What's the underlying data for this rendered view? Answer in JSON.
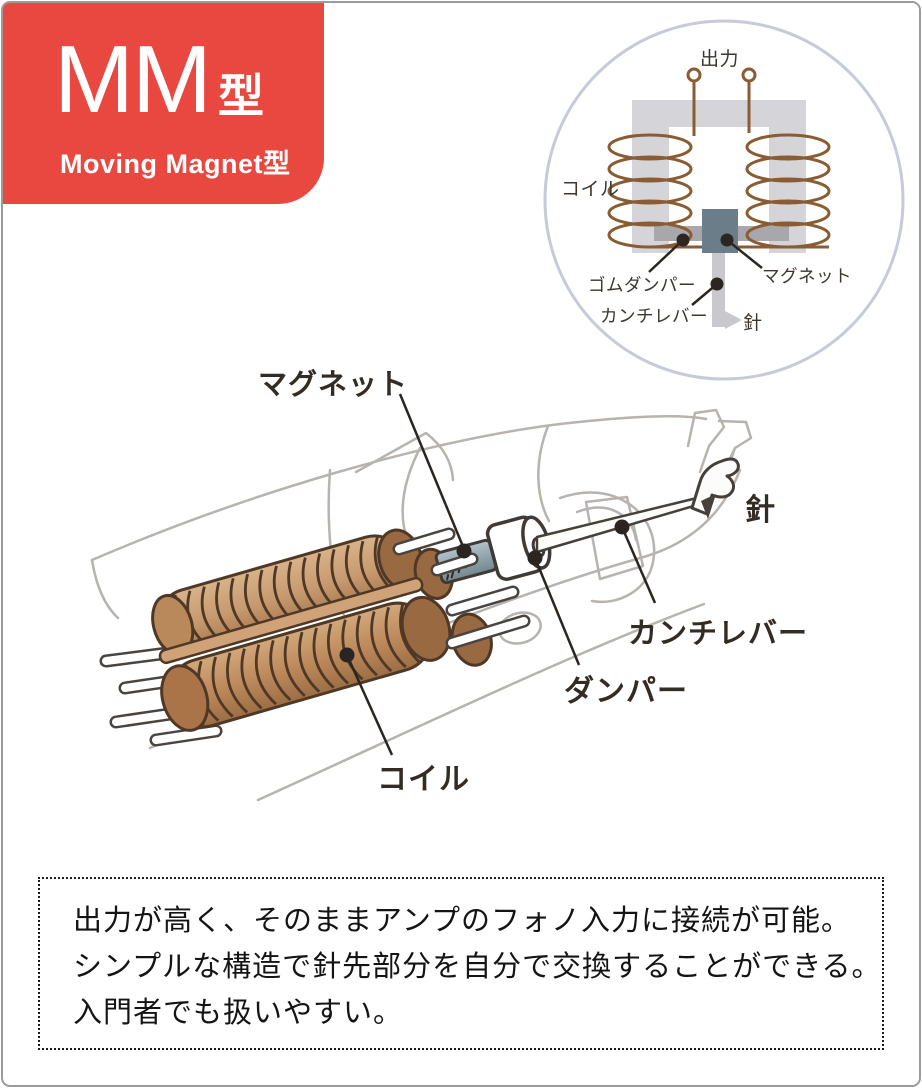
{
  "badge": {
    "title_main": "MM",
    "title_suffix": "型",
    "subtitle": "Moving Magnet型"
  },
  "schematic": {
    "labels": {
      "output": "出力",
      "coil": "コイル",
      "rubber_damper": "ゴムダンパー",
      "cantilever": "カンチレバー",
      "magnet": "マグネット",
      "needle": "針"
    }
  },
  "illustration": {
    "labels": {
      "magnet": "マグネット",
      "needle": "針",
      "cantilever": "カンチレバー",
      "damper": "ダンパー",
      "coil": "コイル"
    }
  },
  "description": {
    "lines": [
      "出力が高く、そのままアンプのフォノ入力に接続が可能。",
      "シンプルな構造で針先部分を自分で交換することができる。",
      "入門者でも扱いやすい。"
    ]
  },
  "colors": {
    "accent_red": "#e94840",
    "coil_brown": "#bd8a5c",
    "coil_line": "#4f3826",
    "magnet_slate": "#6b7d88",
    "wire_brown": "#8a5c33",
    "sketch_gray": "#b7b3ae",
    "diagram_ring": "#c7cad8",
    "label_ink": "#332c25"
  }
}
